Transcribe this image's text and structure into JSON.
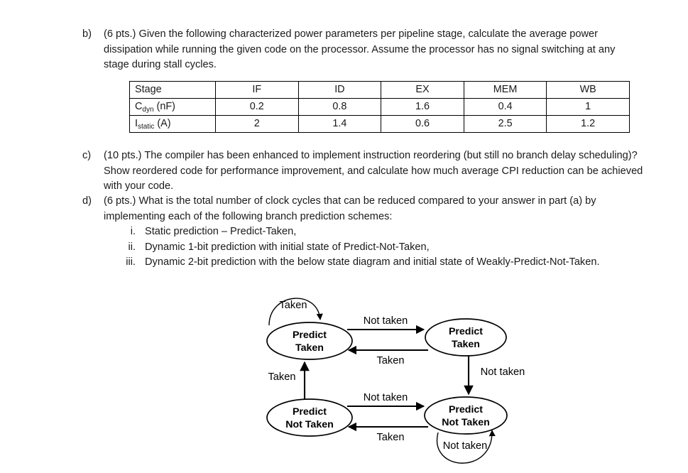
{
  "document": {
    "parts": [
      {
        "id": "b",
        "label": "b)",
        "text": "(6 pts.) Given the following characterized power parameters per pipeline stage, calculate the average power dissipation while running the given code on the processor. Assume the processor has no signal switching at any stage during stall cycles."
      },
      {
        "id": "c",
        "label": "c)",
        "text": "(10 pts.) The compiler has been enhanced to implement instruction reordering (but still no branch delay scheduling)? Show reordered code for performance improvement, and calculate how much average CPI reduction can be achieved with your code."
      },
      {
        "id": "d",
        "label": "d)",
        "text": "(6 pts.) What is the total number of clock cycles that can be reduced compared to your answer in part (a) by implementing each of the following branch prediction schemes:"
      }
    ],
    "sublist": [
      {
        "numeral": "i.",
        "text": "Static prediction – Predict-Taken,"
      },
      {
        "numeral": "ii.",
        "text": "Dynamic 1-bit prediction with initial state of Predict-Not-Taken,"
      },
      {
        "numeral": "iii.",
        "text": "Dynamic 2-bit prediction with the below state diagram and initial state of Weakly-Predict-Not-Taken."
      }
    ]
  },
  "power_table": {
    "rows": [
      {
        "header": "Stage",
        "header_sub": "",
        "header_tail": "",
        "cells": [
          "IF",
          "ID",
          "EX",
          "MEM",
          "WB"
        ]
      },
      {
        "header": "C",
        "header_sub": "dyn",
        "header_tail": " (nF)",
        "cells": [
          "0.2",
          "0.8",
          "1.6",
          "0.4",
          "1"
        ]
      },
      {
        "header": "I",
        "header_sub": "static",
        "header_tail": " (A)",
        "cells": [
          "2",
          "1.4",
          "0.6",
          "2.5",
          "1.2"
        ]
      }
    ]
  },
  "state_diagram": {
    "states": [
      {
        "id": "strong-taken",
        "line1": "Predict",
        "line2": "Taken"
      },
      {
        "id": "weak-taken",
        "line1": "Predict",
        "line2": "Taken"
      },
      {
        "id": "weak-not-taken",
        "line1": "Predict",
        "line2": "Not Taken"
      },
      {
        "id": "strong-not-taken",
        "line1": "Predict",
        "line2": "Not Taken"
      }
    ],
    "edges": [
      {
        "id": "self-loop-strong-taken",
        "label": "Taken"
      },
      {
        "id": "strong-taken-to-weak-taken",
        "label": "Not taken"
      },
      {
        "id": "weak-taken-to-strong-taken",
        "label": "Taken"
      },
      {
        "id": "weak-not-taken-to-strong-taken",
        "label": "Taken"
      },
      {
        "id": "weak-taken-to-strong-not-taken",
        "label": "Not taken"
      },
      {
        "id": "weak-not-taken-to-strong-not-taken",
        "label": "Not taken"
      },
      {
        "id": "strong-not-taken-to-weak-not-taken",
        "label": "Taken"
      },
      {
        "id": "self-loop-strong-not-taken",
        "label": "Not taken"
      }
    ]
  }
}
